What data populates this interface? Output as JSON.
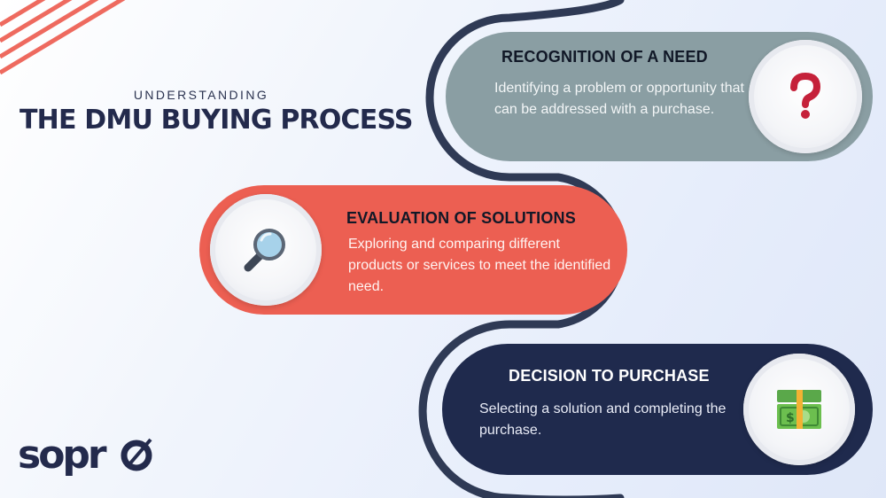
{
  "header": {
    "subtitle": "UNDERSTANDING",
    "title": "THE DMU BUYING PROCESS"
  },
  "steps": [
    {
      "title": "RECOGNITION OF A NEED",
      "description": "Identifying a problem or opportunity that can be addressed with a purchase.",
      "icon": "question-mark-icon",
      "color": "#8a9ea3"
    },
    {
      "title": "EVALUATION OF SOLUTIONS",
      "description": "Exploring and comparing different products or services to meet the identified need.",
      "icon": "magnifying-glass-icon",
      "color": "#ec5f52"
    },
    {
      "title": "DECISION TO PURCHASE",
      "description": "Selecting a solution and completing the purchase.",
      "icon": "money-icon",
      "color": "#1f2a4d"
    }
  ],
  "logo": {
    "text": "sopro"
  },
  "colors": {
    "accent": "#ec5f52",
    "navy": "#232a4c",
    "path": "#2f3a55"
  }
}
